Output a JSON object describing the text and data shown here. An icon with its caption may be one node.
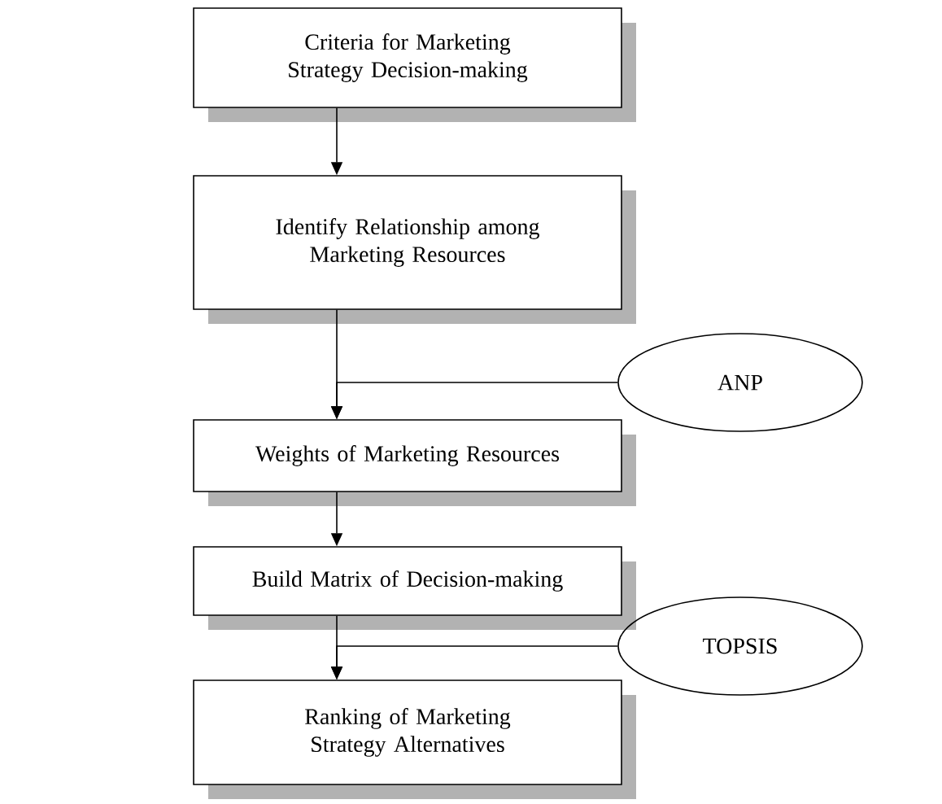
{
  "diagram": {
    "nodes": [
      {
        "text": [
          "Criteria for Marketing Strategy Decision-making"
        ]
      },
      {
        "text": [
          "Identify Relationship among Marketing Resources"
        ]
      },
      {
        "text": [
          "Weights of Marketing Resources"
        ]
      },
      {
        "text": [
          "Build Matrix of Decision-making"
        ]
      },
      {
        "text": [
          "Ranking of Marketing Strategy Alternatives"
        ]
      },
      {
        "text": [
          "ANP"
        ]
      },
      {
        "text": [
          "TOPSIS"
        ]
      }
    ],
    "edges": [
      {
        "from": 0,
        "to": 1,
        "arrow": "to"
      },
      {
        "from": 1,
        "to": 2,
        "arrow": "to"
      },
      {
        "from": 5,
        "to": 2,
        "arrow": "to"
      },
      {
        "from": 2,
        "to": 3,
        "arrow": "to"
      },
      {
        "from": 3,
        "to": 4,
        "arrow": "to"
      },
      {
        "from": 6,
        "to": 4,
        "arrow": "to"
      }
    ]
  }
}
